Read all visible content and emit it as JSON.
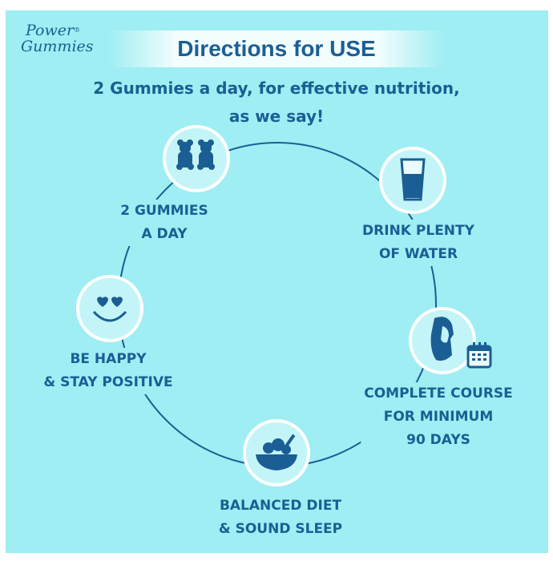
{
  "logo": {
    "line1": "Power",
    "line2": "Gummies",
    "reg": "®"
  },
  "title": "Directions for USE",
  "subtitle": {
    "line1": "2 Gummies a day, for effective nutrition,",
    "line2": "as we say!"
  },
  "steps": [
    {
      "icon": "gummy-bears-icon",
      "line1": "2 GUMMIES",
      "line2": "A DAY"
    },
    {
      "icon": "water-glass-icon",
      "line1": "DRINK PLENTY",
      "line2": "OF WATER"
    },
    {
      "icon": "woman-calendar-icon",
      "line1": "COMPLETE COURSE",
      "line2": "FOR MINIMUM",
      "line3": "90 DAYS"
    },
    {
      "icon": "food-bowl-icon",
      "line1": "BALANCED DIET",
      "line2": "& SOUND SLEEP"
    },
    {
      "icon": "smiley-heart-eyes-icon",
      "line1": "BE HAPPY",
      "line2": "& STAY POSITIVE"
    }
  ],
  "colors": {
    "background": "#9eeef3",
    "text": "#1b5e94",
    "icon_bg": "#c3f5f8"
  }
}
